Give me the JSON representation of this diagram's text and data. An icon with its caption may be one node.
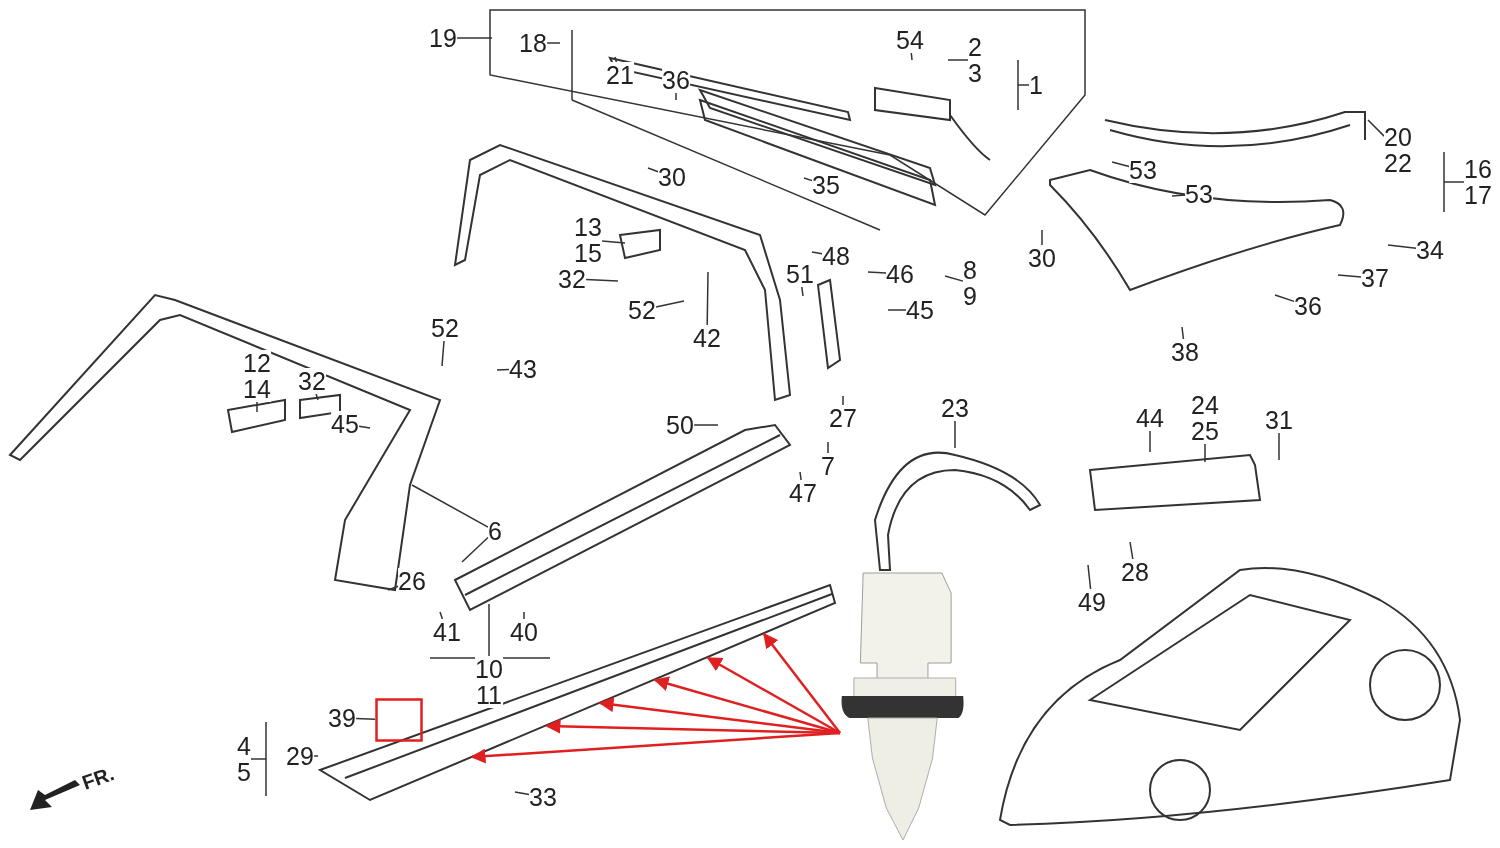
{
  "diagram": {
    "nodes": [
      {
        "text": [
          "19"
        ]
      },
      {
        "text": [
          "18"
        ]
      },
      {
        "text": [
          "21"
        ]
      },
      {
        "text": [
          "36"
        ]
      },
      {
        "text": [
          "54"
        ]
      },
      {
        "text": [
          "2",
          "3"
        ]
      },
      {
        "text": [
          "1"
        ]
      },
      {
        "text": [
          "30"
        ]
      },
      {
        "text": [
          "35"
        ]
      },
      {
        "text": [
          "20",
          "22"
        ]
      },
      {
        "text": [
          "16",
          "17"
        ]
      },
      {
        "text": [
          "53"
        ]
      },
      {
        "text": [
          "53"
        ]
      },
      {
        "text": [
          "13",
          "15"
        ]
      },
      {
        "text": [
          "30"
        ]
      },
      {
        "text": [
          "34"
        ]
      },
      {
        "text": [
          "48"
        ]
      },
      {
        "text": [
          "46"
        ]
      },
      {
        "text": [
          "8",
          "9"
        ]
      },
      {
        "text": [
          "32"
        ]
      },
      {
        "text": [
          "37"
        ]
      },
      {
        "text": [
          "51"
        ]
      },
      {
        "text": [
          "52"
        ]
      },
      {
        "text": [
          "45"
        ]
      },
      {
        "text": [
          "36"
        ]
      },
      {
        "text": [
          "52"
        ]
      },
      {
        "text": [
          "42"
        ]
      },
      {
        "text": [
          "38"
        ]
      },
      {
        "text": [
          "12",
          "14"
        ]
      },
      {
        "text": [
          "43"
        ]
      },
      {
        "text": [
          "32"
        ]
      },
      {
        "text": [
          "23"
        ]
      },
      {
        "text": [
          "24",
          "25"
        ]
      },
      {
        "text": [
          "27"
        ]
      },
      {
        "text": [
          "31"
        ]
      },
      {
        "text": [
          "44"
        ]
      },
      {
        "text": [
          "45"
        ]
      },
      {
        "text": [
          "50"
        ]
      },
      {
        "text": [
          "7"
        ]
      },
      {
        "text": [
          "47"
        ]
      },
      {
        "text": [
          "6"
        ]
      },
      {
        "text": [
          "28"
        ]
      },
      {
        "text": [
          "26"
        ]
      },
      {
        "text": [
          "49"
        ]
      },
      {
        "text": [
          "41"
        ]
      },
      {
        "text": [
          "40"
        ]
      },
      {
        "text": [
          "10",
          "11"
        ]
      },
      {
        "text": [
          "39"
        ]
      },
      {
        "text": [
          "4",
          "5"
        ]
      },
      {
        "text": [
          "29"
        ]
      },
      {
        "text": [
          "33"
        ]
      },
      {
        "text": [],
        "shape": "picture"
      },
      {
        "text": [],
        "shape": "box"
      }
    ],
    "edges": [
      {
        "from": 0,
        "to": null,
        "arrow": "none"
      },
      {
        "from": 1,
        "to": null,
        "arrow": "none"
      },
      {
        "from": 2,
        "to": null,
        "arrow": "none"
      },
      {
        "from": 3,
        "to": null,
        "arrow": "none"
      },
      {
        "from": 4,
        "to": null,
        "arrow": "none"
      },
      {
        "from": 5,
        "to": null,
        "arrow": "none"
      },
      {
        "from": 6,
        "to": null,
        "arrow": "none"
      },
      {
        "from": 7,
        "to": null,
        "arrow": "none"
      },
      {
        "from": 8,
        "to": null,
        "arrow": "none"
      },
      {
        "from": 9,
        "to": null,
        "arrow": "none"
      },
      {
        "from": 10,
        "to": null,
        "arrow": "none"
      },
      {
        "from": 11,
        "to": null,
        "arrow": "none"
      },
      {
        "from": 12,
        "to": null,
        "arrow": "none"
      },
      {
        "from": 13,
        "to": null,
        "arrow": "none"
      },
      {
        "from": 14,
        "to": null,
        "arrow": "none"
      },
      {
        "from": 15,
        "to": null,
        "arrow": "none"
      },
      {
        "from": 16,
        "to": null,
        "arrow": "none"
      },
      {
        "from": 17,
        "to": null,
        "arrow": "none"
      },
      {
        "from": 18,
        "to": null,
        "arrow": "none"
      },
      {
        "from": 19,
        "to": null,
        "arrow": "none"
      },
      {
        "from": 20,
        "to": null,
        "arrow": "none"
      },
      {
        "from": 21,
        "to": null,
        "arrow": "none"
      },
      {
        "from": 22,
        "to": null,
        "arrow": "none"
      },
      {
        "from": 23,
        "to": null,
        "arrow": "none"
      },
      {
        "from": 24,
        "to": null,
        "arrow": "none"
      },
      {
        "from": 25,
        "to": null,
        "arrow": "none"
      },
      {
        "from": 26,
        "to": null,
        "arrow": "none"
      },
      {
        "from": 27,
        "to": null,
        "arrow": "none"
      },
      {
        "from": 28,
        "to": null,
        "arrow": "none"
      },
      {
        "from": 29,
        "to": null,
        "arrow": "none"
      },
      {
        "from": 30,
        "to": null,
        "arrow": "none"
      },
      {
        "from": 31,
        "to": null,
        "arrow": "none"
      },
      {
        "from": 32,
        "to": null,
        "arrow": "none"
      },
      {
        "from": 33,
        "to": null,
        "arrow": "none"
      },
      {
        "from": 34,
        "to": null,
        "arrow": "none"
      },
      {
        "from": 35,
        "to": null,
        "arrow": "none"
      },
      {
        "from": 36,
        "to": null,
        "arrow": "none"
      },
      {
        "from": 37,
        "to": null,
        "arrow": "none"
      },
      {
        "from": 38,
        "to": null,
        "arrow": "none"
      },
      {
        "from": 39,
        "to": null,
        "arrow": "none"
      },
      {
        "from": 40,
        "to": null,
        "arrow": "none"
      },
      {
        "from": 41,
        "to": null,
        "arrow": "none"
      },
      {
        "from": 42,
        "to": null,
        "arrow": "none"
      },
      {
        "from": 43,
        "to": null,
        "arrow": "none"
      },
      {
        "from": 44,
        "to": null,
        "arrow": "none"
      },
      {
        "from": 45,
        "to": null,
        "arrow": "none"
      },
      {
        "from": 46,
        "to": null,
        "arrow": "none"
      },
      {
        "from": 47,
        "to": 52,
        "arrow": "none"
      },
      {
        "from": 48,
        "to": null,
        "arrow": "none"
      },
      {
        "from": 49,
        "to": null,
        "arrow": "none"
      },
      {
        "from": 50,
        "to": null,
        "arrow": "none"
      },
      {
        "from": 51,
        "to": null,
        "arrow": "to",
        "color": "#e02020"
      },
      {
        "from": 51,
        "to": null,
        "arrow": "to",
        "color": "#e02020"
      },
      {
        "from": 51,
        "to": null,
        "arrow": "to",
        "color": "#e02020"
      },
      {
        "from": 51,
        "to": null,
        "arrow": "to",
        "color": "#e02020"
      },
      {
        "from": 51,
        "to": null,
        "arrow": "to",
        "color": "#e02020"
      },
      {
        "from": 51,
        "to": null,
        "arrow": "to",
        "color": "#e02020"
      },
      {
        "from": 40,
        "to": null,
        "arrow": "none"
      }
    ],
    "labels": [
      "FR."
    ]
  }
}
